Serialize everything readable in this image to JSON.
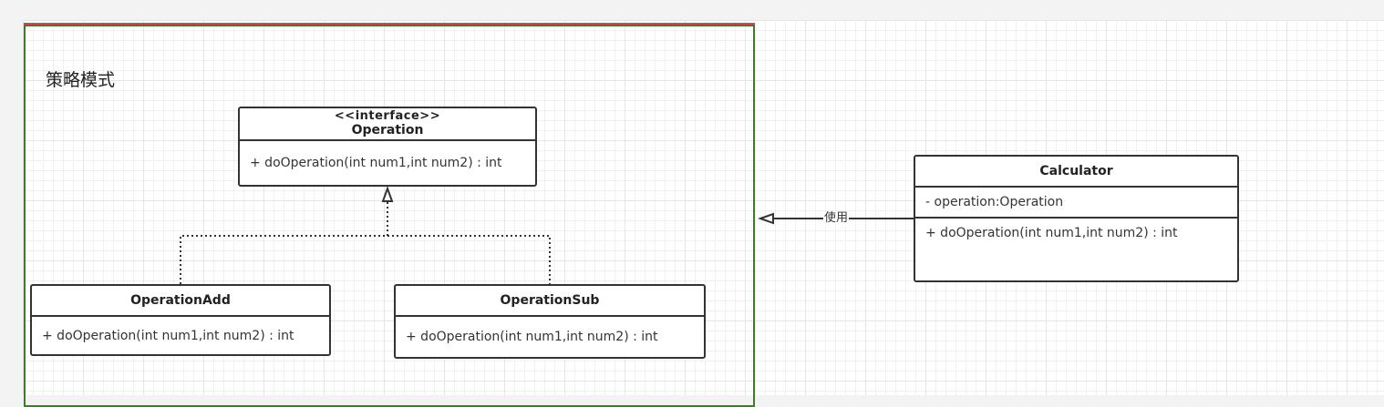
{
  "frame": {
    "title": "策略模式"
  },
  "classes": {
    "operation": {
      "stereotype": "<<interface>>",
      "name": "Operation",
      "methods": "+ doOperation(int num1,int num2) : int"
    },
    "operation_add": {
      "name": "OperationAdd",
      "methods": "+ doOperation(int num1,int num2) : int"
    },
    "operation_sub": {
      "name": "OperationSub",
      "methods": "+ doOperation(int num1,int num2) : int"
    },
    "calculator": {
      "name": "Calculator",
      "attributes": "- operation:Operation",
      "methods": "+ doOperation(int num1,int num2) : int"
    }
  },
  "relations": {
    "uses_label": "使用"
  },
  "colors": {
    "frame_border": "#3f7a2f",
    "frame_top_accent": "#cf4a4a",
    "uml_stroke": "#333333"
  }
}
